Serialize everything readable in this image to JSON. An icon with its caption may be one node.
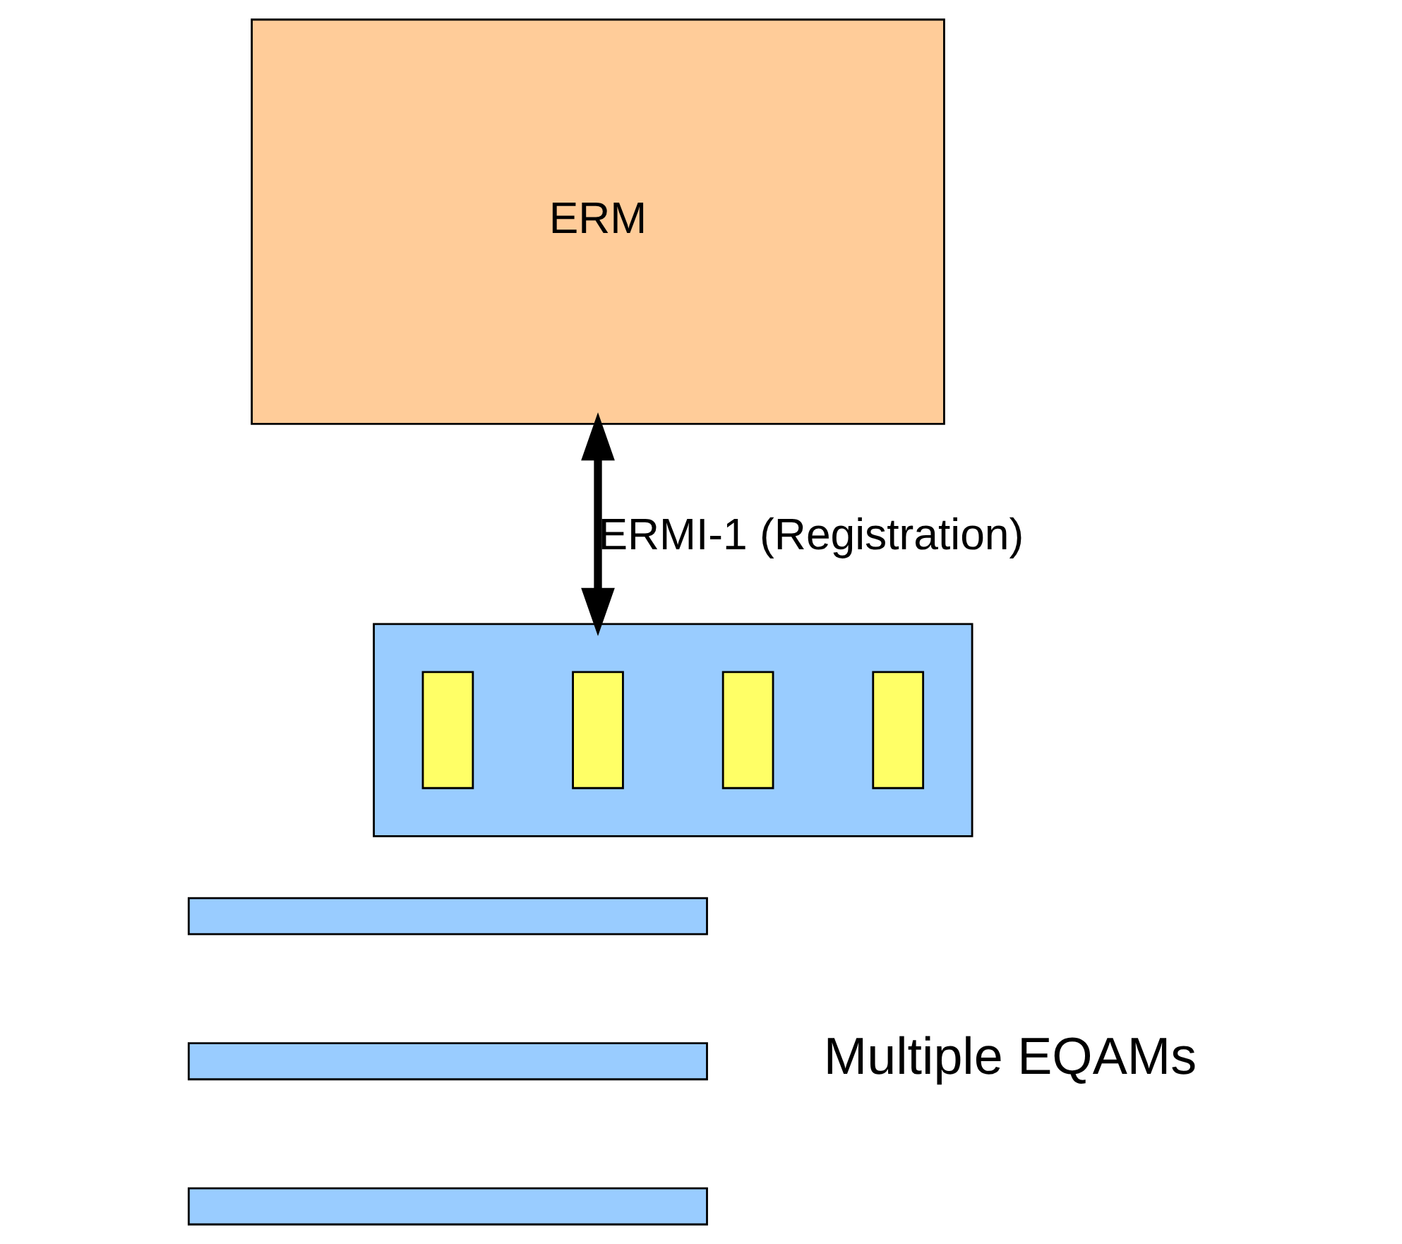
{
  "diagram": {
    "nodes": [
      {
        "text": [
          "ERM"
        ]
      },
      {
        "text": [],
        "shape": "box"
      },
      {
        "text": [],
        "shape": "box",
        "in": 1
      },
      {
        "text": [],
        "shape": "box",
        "in": 1
      },
      {
        "text": [],
        "shape": "box",
        "in": 1
      },
      {
        "text": [],
        "shape": "box",
        "in": 1
      },
      {
        "text": [],
        "shape": "box"
      },
      {
        "text": [],
        "shape": "box"
      },
      {
        "text": [],
        "shape": "box"
      }
    ],
    "edges": [
      {
        "from": 0,
        "to": 1,
        "arrow": "both",
        "label": "ERMI-1 (Registration)"
      }
    ],
    "labels": [
      "Multiple EQAMs"
    ]
  }
}
